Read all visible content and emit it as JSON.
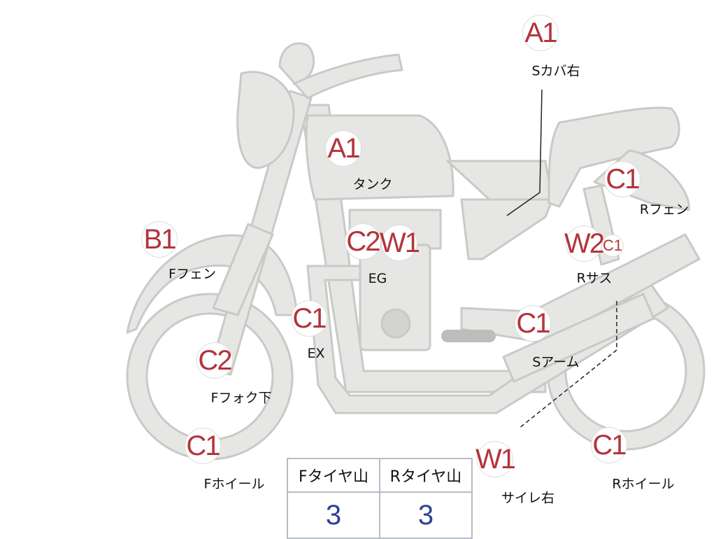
{
  "colors": {
    "marker_text": "#b3343b",
    "value_text": "#2c4292",
    "body_fill": "#e6e6e4",
    "body_stroke": "#c9c9c7"
  },
  "markers": [
    {
      "code": "A1",
      "label": "Sカバ右"
    },
    {
      "code": "A1",
      "label": "タンク"
    },
    {
      "code": "C1",
      "label": "Rフェン"
    },
    {
      "code": "B1",
      "label": "Fフェン"
    },
    {
      "code": "C2",
      "label": "EG"
    },
    {
      "code": "W1",
      "label": ""
    },
    {
      "code": "W2",
      "label": "Rサス"
    },
    {
      "code": "C1",
      "label": ""
    },
    {
      "code": "C1",
      "label": "EX"
    },
    {
      "code": "C1",
      "label": "Sアーム"
    },
    {
      "code": "C2",
      "label": "Fフォク下"
    },
    {
      "code": "C1",
      "label": "Fホイール"
    },
    {
      "code": "W1",
      "label": "サイレ右"
    },
    {
      "code": "C1",
      "label": "Rホイール"
    }
  ],
  "tire_table": {
    "headers": [
      "Fタイヤ山",
      "Rタイヤ山"
    ],
    "values": [
      "3",
      "3"
    ]
  }
}
